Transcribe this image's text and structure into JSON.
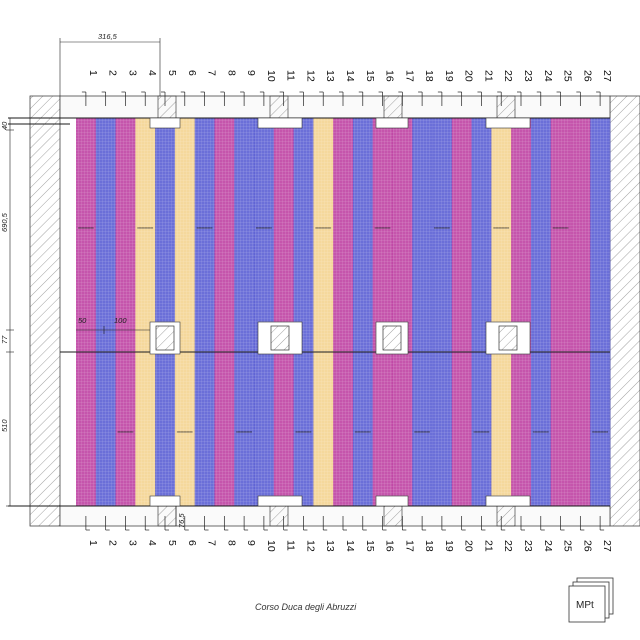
{
  "caption": "Corso Duca degli Abruzzi",
  "logo_text": "MPt",
  "dimensions": {
    "top_width": "316,5",
    "d1": "40",
    "d2": "690,5",
    "d3": "77",
    "d4": "510",
    "d5": "50",
    "d6": "100",
    "d7": "76,5"
  },
  "grid_labels": [
    "1",
    "2",
    "3",
    "4",
    "5",
    "6",
    "7",
    "8",
    "9",
    "10",
    "11",
    "12",
    "13",
    "14",
    "15",
    "16",
    "17",
    "18",
    "19",
    "20",
    "21",
    "22",
    "23",
    "24",
    "25",
    "26",
    "27"
  ],
  "colors": {
    "magenta": "#b8309a",
    "blue": "#4a4fd0",
    "yellow": "#f3cf86",
    "hatch": "#9a9a9a",
    "line": "#1a1a1a"
  },
  "strip_pattern": [
    "magenta",
    "blue",
    "magenta",
    "yellow",
    "blue",
    "yellow",
    "blue",
    "magenta",
    "blue",
    "blue",
    "magenta",
    "blue",
    "yellow",
    "magenta",
    "blue",
    "magenta",
    "magenta",
    "blue",
    "blue",
    "magenta",
    "blue",
    "yellow",
    "magenta",
    "blue",
    "magenta",
    "magenta",
    "blue"
  ]
}
